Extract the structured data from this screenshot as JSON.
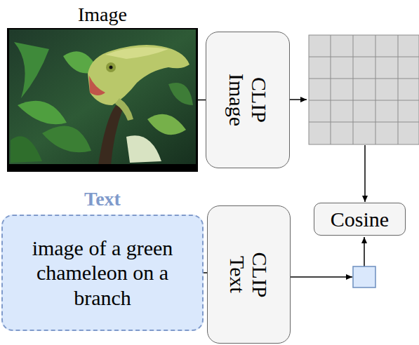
{
  "diagram": {
    "nodes": [
      {
        "text": [
          "Image"
        ]
      },
      {
        "text": [
          "CLIP Image"
        ]
      },
      {
        "text": [
          "Text",
          "image of a green chameleon on a branch"
        ]
      },
      {
        "text": [
          "CLIP Text"
        ]
      },
      {
        "text": [
          "Cosine"
        ]
      }
    ],
    "edges": [
      {
        "from": 0,
        "to": 1,
        "arrow": "none"
      },
      {
        "from": 2,
        "to": 3,
        "arrow": "none"
      }
    ]
  }
}
